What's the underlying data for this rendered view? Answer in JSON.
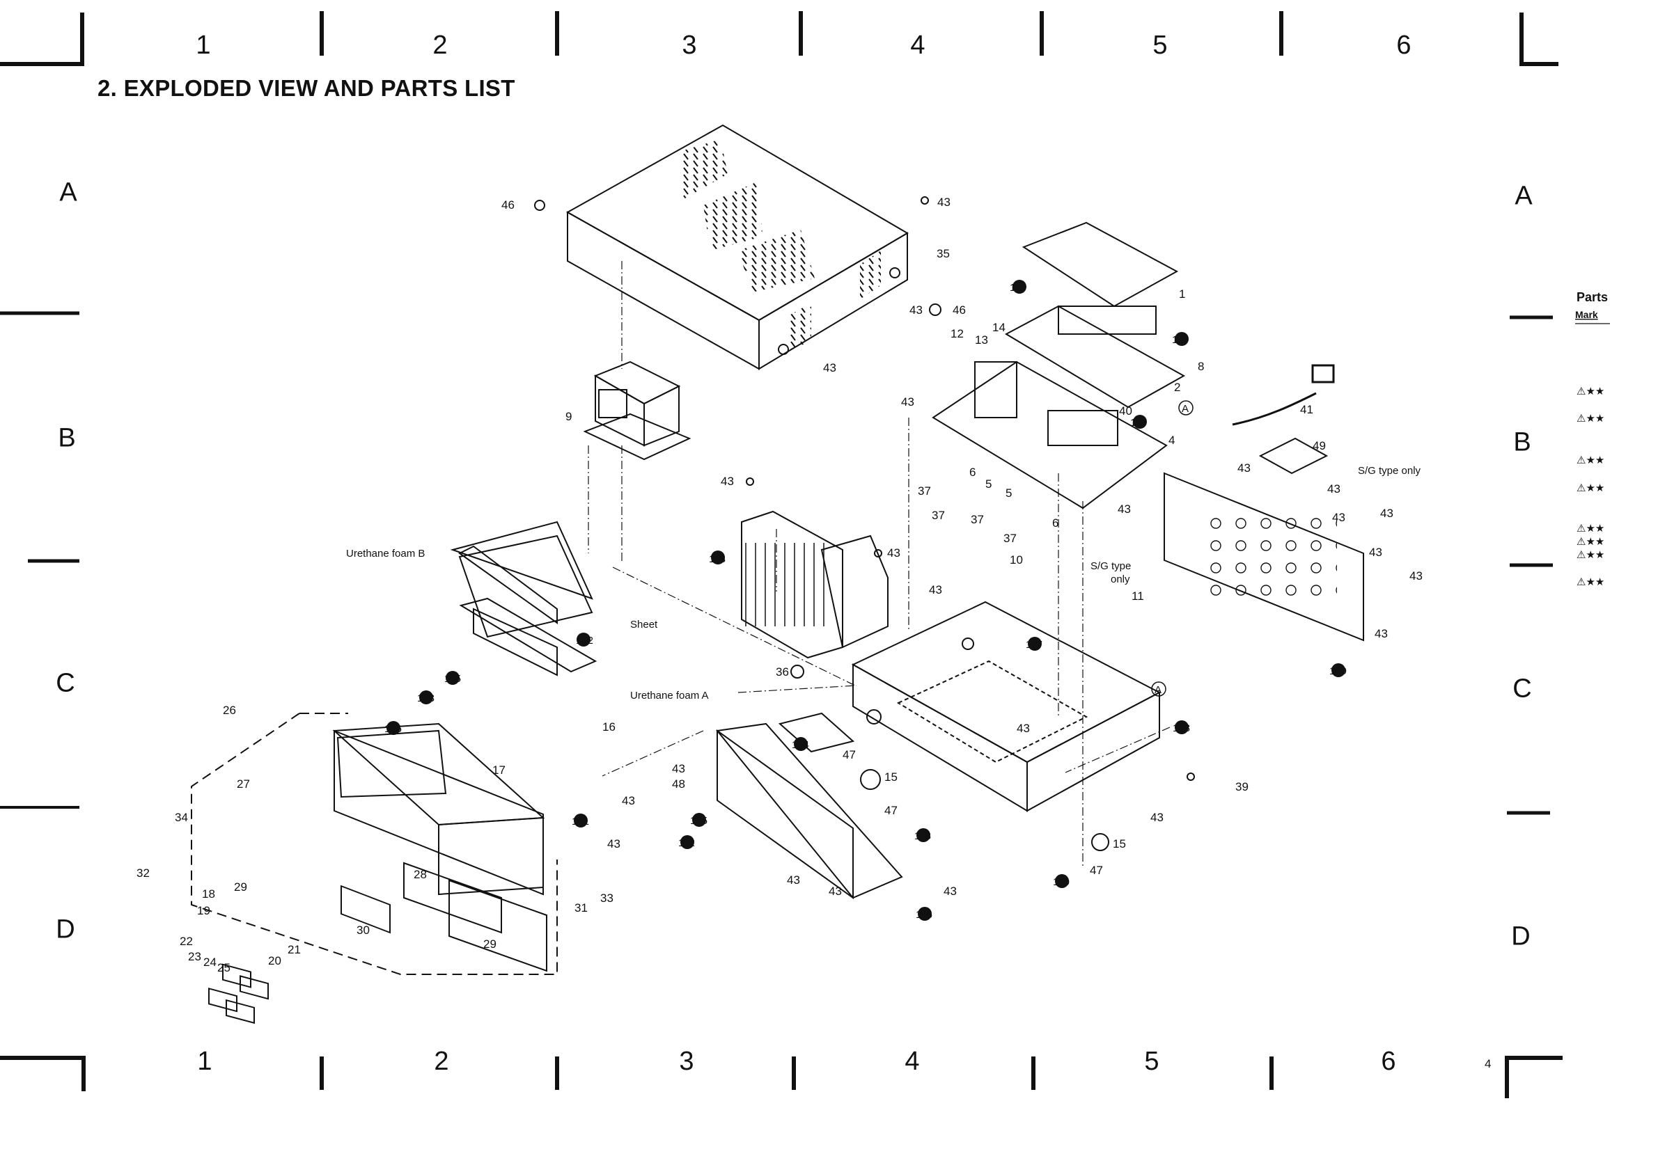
{
  "title": "2. EXPLODED VIEW AND PARTS LIST",
  "grid_columns_top": [
    "1",
    "2",
    "3",
    "4",
    "5",
    "6"
  ],
  "grid_columns_bottom": [
    "1",
    "2",
    "3",
    "4",
    "5",
    "6"
  ],
  "grid_rows_left": [
    "A",
    "B",
    "C",
    "D"
  ],
  "grid_rows_right": [
    "A",
    "B",
    "C",
    "D"
  ],
  "sidebar": {
    "heading": "Parts",
    "subheading": "Mark",
    "marks": [
      "⚠★★",
      "⚠★★",
      "⚠★★",
      "⚠★★",
      "⚠★★",
      "⚠★★",
      "⚠★★",
      "⚠★★"
    ]
  },
  "page_number": "4",
  "notes": {
    "urethane_b": "Urethane foam B",
    "urethane_a": "Urethane foam A",
    "sheet": "Sheet",
    "sg_type_only": "S/G type only",
    "sg_type_line1": "S/G type",
    "sg_type_line2": "only"
  },
  "callouts": {
    "p46a": "46",
    "p43a": "43",
    "p35": "35",
    "p1": "1",
    "p111a": "111",
    "p111b": "111",
    "p111c": "111",
    "p43b": "43",
    "p46b": "46",
    "p14": "14",
    "p12": "12",
    "p13": "13",
    "p43c": "43",
    "p43d": "43",
    "p8": "8",
    "pA1": "A",
    "p2": "2",
    "p40": "40",
    "p9": "9",
    "p41": "41",
    "p49": "49",
    "p4": "4",
    "p43e": "43",
    "p6a": "6",
    "p5a": "5",
    "p5b": "5",
    "p6b": "6",
    "p37a": "37",
    "p37b": "37",
    "p37c": "37",
    "p37d": "37",
    "p43f": "43",
    "p43g": "43",
    "p43h": "43",
    "p43i": "43",
    "p43j": "43",
    "p43k": "43",
    "p43l": "43",
    "p43m": "43",
    "p113": "113",
    "p43n": "43",
    "p10": "10",
    "p11": "11",
    "p43o": "43",
    "p102": "102",
    "p117": "117",
    "p109": "109",
    "p115": "115",
    "p36": "36",
    "pA2": "A",
    "p108": "108",
    "p103": "103",
    "p106": "106",
    "p16": "16",
    "p26": "26",
    "p43p": "43",
    "p47a": "47",
    "p15a": "15",
    "p17": "17",
    "p104": "104",
    "p43q": "43",
    "p43r": "43",
    "p48": "48",
    "p39": "39",
    "p27": "27",
    "p34": "34",
    "p101": "101",
    "p105": "105",
    "p43s": "43",
    "p112": "112",
    "p47b": "47",
    "p43t": "43",
    "p118": "118",
    "p15b": "15",
    "p32": "32",
    "p43u": "43",
    "p43v": "43",
    "p110": "110",
    "p47c": "47",
    "p29a": "29",
    "p28": "28",
    "p18": "18",
    "p33": "33",
    "p31": "31",
    "p43w": "43",
    "p19": "19",
    "p116": "116",
    "p21": "21",
    "p22": "22",
    "p30": "30",
    "p20": "20",
    "p23": "23",
    "p24": "24",
    "p25": "25",
    "p29b": "29"
  }
}
